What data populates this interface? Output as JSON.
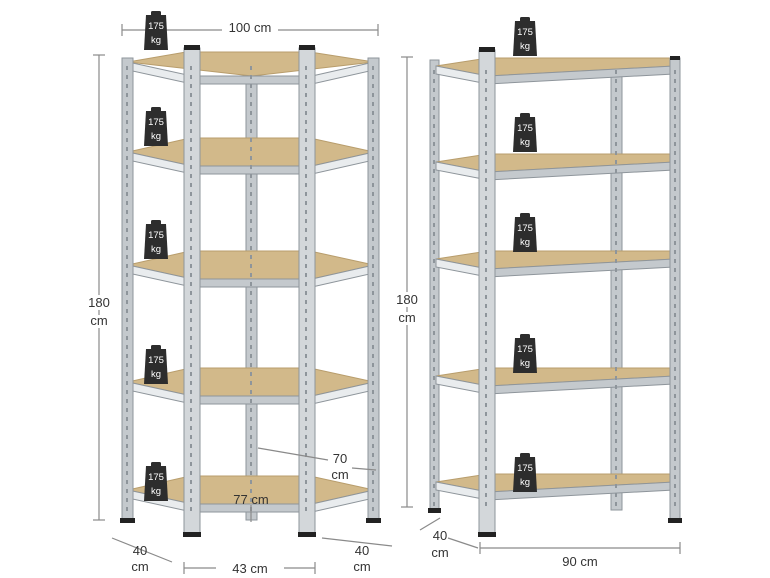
{
  "colors": {
    "frame": "#c4c9cd",
    "frame_dark": "#8e959b",
    "frame_light": "#e9ecee",
    "board": "#d2b98a",
    "board_dark": "#b89d6c",
    "weight": "#2d2d2d",
    "dim_line": "#8a8a8a"
  },
  "weight_badge": {
    "icon": "weight-icon",
    "value": "175",
    "unit": "kg"
  },
  "corner_shelf": {
    "width_label": "100 cm",
    "height_value": "180",
    "height_unit": "cm",
    "inner_depth_value": "70",
    "inner_depth_unit": "cm",
    "inner_width_label": "77 cm",
    "left_depth_value": "40",
    "left_depth_unit": "cm",
    "front_width_label": "43 cm",
    "right_depth_value": "40",
    "right_depth_unit": "cm",
    "shelf_count": 5
  },
  "straight_shelf": {
    "height_value": "180",
    "height_unit": "cm",
    "depth_value": "40",
    "depth_unit": "cm",
    "width_label": "90 cm",
    "shelf_count": 5
  }
}
